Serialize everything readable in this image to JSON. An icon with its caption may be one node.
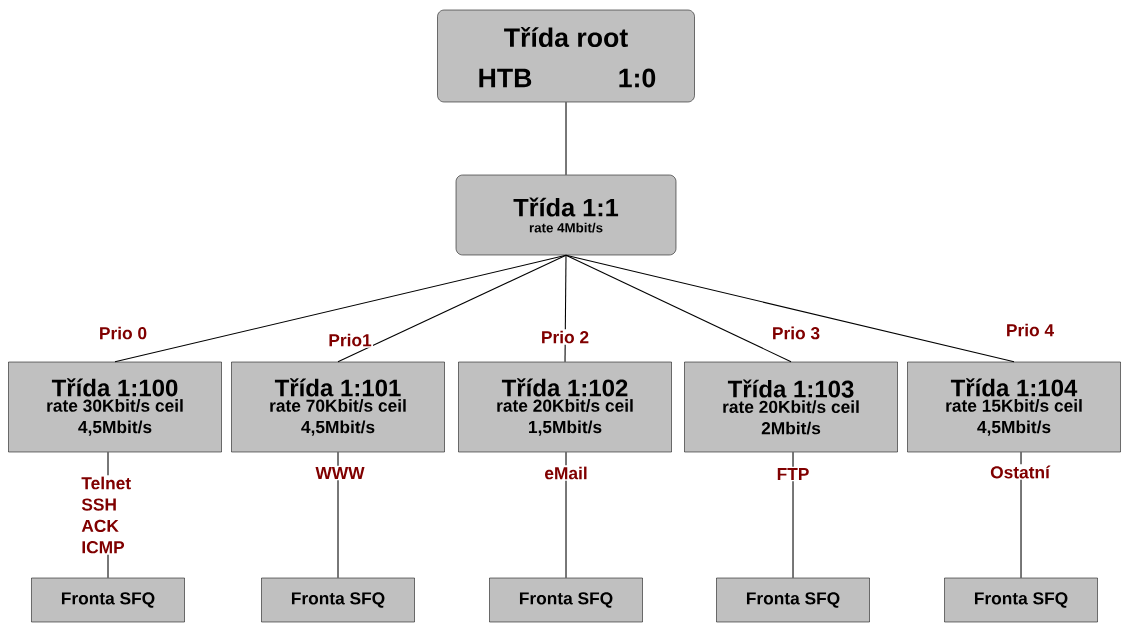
{
  "diagram": {
    "nodes": [
      {
        "text": [
          "Třída root",
          "HTB",
          "1:0"
        ]
      },
      {
        "text": [
          "Třída 1:1",
          "rate 4Mbit/s"
        ]
      },
      {
        "text": [
          "Třída 1:100",
          "rate 30Kbit/s ceil 4,5Mbit/s"
        ]
      },
      {
        "text": [
          "Třída 1:101",
          "rate 70Kbit/s ceil 4,5Mbit/s"
        ]
      },
      {
        "text": [
          "Třída 1:102",
          "rate 20Kbit/s ceil 1,5Mbit/s"
        ]
      },
      {
        "text": [
          "Třída 1:103",
          "rate 20Kbit/s ceil 2Mbit/s"
        ]
      },
      {
        "text": [
          "Třída 1:104",
          "rate 15Kbit/s ceil 4,5Mbit/s"
        ]
      },
      {
        "text": [
          "Fronta SFQ"
        ]
      },
      {
        "text": [
          "Fronta SFQ"
        ]
      },
      {
        "text": [
          "Fronta SFQ"
        ]
      },
      {
        "text": [
          "Fronta SFQ"
        ]
      },
      {
        "text": [
          "Fronta SFQ"
        ]
      }
    ],
    "edges": [
      {
        "from": 0,
        "to": 1,
        "arrow": "none"
      },
      {
        "from": 1,
        "to": 2,
        "arrow": "none",
        "label": "Prio 0"
      },
      {
        "from": 1,
        "to": 3,
        "arrow": "none",
        "label": "Prio1"
      },
      {
        "from": 1,
        "to": 4,
        "arrow": "none",
        "label": "Prio 2"
      },
      {
        "from": 1,
        "to": 5,
        "arrow": "none",
        "label": "Prio 3"
      },
      {
        "from": 1,
        "to": 6,
        "arrow": "none",
        "label": "Prio 4"
      },
      {
        "from": 2,
        "to": 7,
        "arrow": "none",
        "label": "Telnet SSH ACK ICMP"
      },
      {
        "from": 3,
        "to": 8,
        "arrow": "none",
        "label": "WWW"
      },
      {
        "from": 4,
        "to": 9,
        "arrow": "none",
        "label": "eMail"
      },
      {
        "from": 5,
        "to": 10,
        "arrow": "none",
        "label": "FTP"
      },
      {
        "from": 6,
        "to": 11,
        "arrow": "none",
        "label": "Ostatní"
      }
    ]
  }
}
